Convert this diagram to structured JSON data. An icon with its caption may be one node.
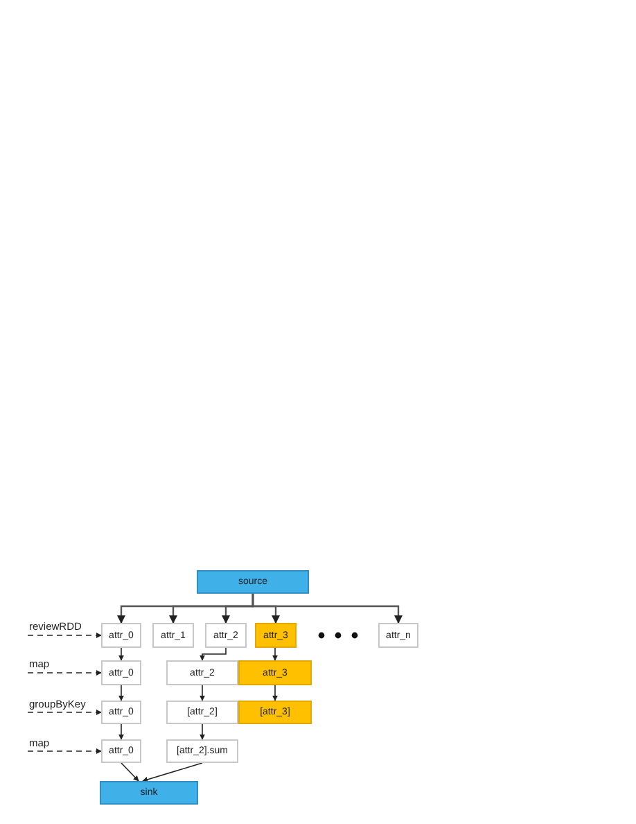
{
  "diagram": {
    "nodes": [
      {
        "text": [
          "source"
        ]
      },
      {
        "text": [
          "attr_0"
        ]
      },
      {
        "text": [
          "attr_1"
        ]
      },
      {
        "text": [
          "attr_2"
        ]
      },
      {
        "text": [
          "attr_3"
        ]
      },
      {
        "text": [
          "attr_n"
        ]
      },
      {
        "text": [
          "attr_0"
        ]
      },
      {
        "text": [
          "attr_2"
        ]
      },
      {
        "text": [
          "attr_3"
        ]
      },
      {
        "text": [
          "attr_0"
        ]
      },
      {
        "text": [
          "[attr_2]"
        ]
      },
      {
        "text": [
          "[attr_3]"
        ]
      },
      {
        "text": [
          "attr_0"
        ]
      },
      {
        "text": [
          "[attr_2].sum"
        ]
      },
      {
        "text": [
          "sink"
        ]
      }
    ],
    "edges": [
      {
        "from": 0,
        "to": 1,
        "arrow": "to"
      },
      {
        "from": 0,
        "to": 2,
        "arrow": "to"
      },
      {
        "from": 0,
        "to": 3,
        "arrow": "to"
      },
      {
        "from": 0,
        "to": 4,
        "arrow": "to"
      },
      {
        "from": 0,
        "to": 5,
        "arrow": "to"
      },
      {
        "from": 1,
        "to": 6,
        "arrow": "to"
      },
      {
        "from": 3,
        "to": 7,
        "arrow": "to"
      },
      {
        "from": 4,
        "to": 8,
        "arrow": "to"
      },
      {
        "from": 6,
        "to": 9,
        "arrow": "to"
      },
      {
        "from": 7,
        "to": 10,
        "arrow": "to"
      },
      {
        "from": 8,
        "to": 11,
        "arrow": "to"
      },
      {
        "from": 9,
        "to": 12,
        "arrow": "to"
      },
      {
        "from": 10,
        "to": 13,
        "arrow": "to"
      },
      {
        "from": 12,
        "to": 14,
        "arrow": "to"
      },
      {
        "from": 13,
        "to": 14,
        "arrow": "to"
      },
      {
        "from": null,
        "to": 1,
        "arrow": "to",
        "label": "reviewRDD",
        "style": "dashed"
      },
      {
        "from": null,
        "to": 6,
        "arrow": "to",
        "label": "map",
        "style": "dashed"
      },
      {
        "from": null,
        "to": 9,
        "arrow": "to",
        "label": "groupByKey",
        "style": "dashed"
      },
      {
        "from": null,
        "to": 12,
        "arrow": "to",
        "label": "map",
        "style": "dashed"
      }
    ]
  }
}
